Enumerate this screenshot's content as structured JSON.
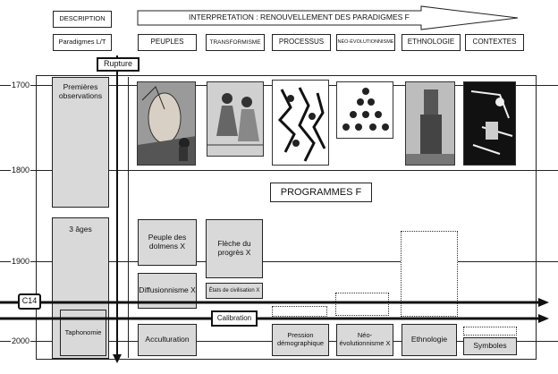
{
  "header": {
    "description": "DESCRIPTION",
    "interpretation": "INTERPRETATION : RENOUVELLEMENT DES PARADIGMES F",
    "paradigmes": "Paradigmes L/T",
    "columns": [
      "PEUPLES",
      "TRANSFORMISME",
      "PROCESSUS",
      "NÉO-ÉVOLUTIONNISME",
      "ETHNOLOGIE",
      "CONTEXTES"
    ]
  },
  "rupture": "Rupture",
  "years": [
    "1700",
    "1800",
    "1900",
    "2000"
  ],
  "left": {
    "top_box": "Premières observations",
    "mid_box": "3 âges",
    "taphonomie": "Taphonomie"
  },
  "programmes": "PROGRAMMES F",
  "boxes": {
    "peuple": "Peuple des dolmens X",
    "fleche": "Flèche du progrès X",
    "diffusionnisme": "Diffusionnisme X",
    "etats": "États de civilisation X",
    "acculturation": "Acculturation",
    "pression": "Pression démographique",
    "neo": "Néo-évolutionnisme X",
    "ethnologie": "Ethnologie",
    "symboles": "Symboles"
  },
  "arrows": {
    "c14": "C14",
    "calibration": "Calibration"
  },
  "icons": [
    "dolmen-engraving-icon",
    "dancers-engraving-icon",
    "figures-collage-icon",
    "pyramid-figures-icon",
    "easter-island-statue-icon",
    "tools-illustration-icon"
  ]
}
